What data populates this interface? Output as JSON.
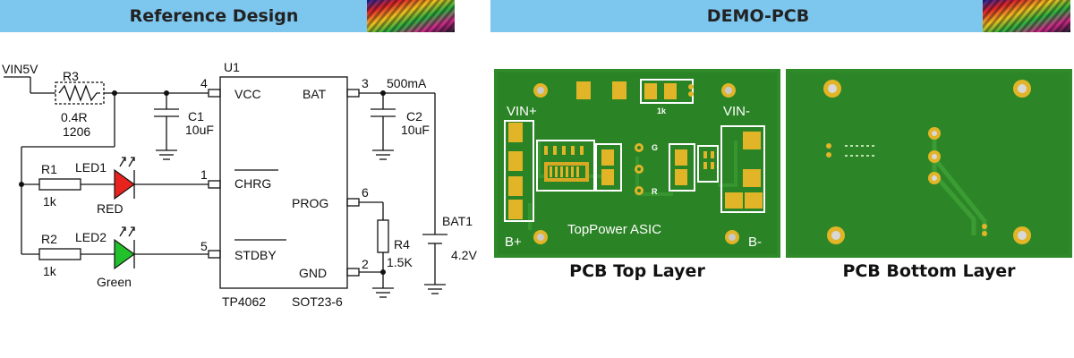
{
  "headers": {
    "left_title": "Reference Design",
    "right_title": "DEMO-PCB"
  },
  "schematic": {
    "vin_label": "VIN5V",
    "r3": {
      "ref": "R3",
      "value": "0.4R",
      "package": "1206"
    },
    "c1": {
      "ref": "C1",
      "value": "10uF"
    },
    "c2": {
      "ref": "C2",
      "value": "10uF"
    },
    "u1": {
      "ref": "U1",
      "part": "TP4062",
      "package": "SOT23-6",
      "pins": {
        "vcc": {
          "num": "4",
          "name": "VCC"
        },
        "bat": {
          "num": "3",
          "name": "BAT"
        },
        "chrg": {
          "num": "1",
          "name": "CHRG"
        },
        "prog": {
          "num": "6",
          "name": "PROG"
        },
        "stdby": {
          "num": "5",
          "name": "STDBY"
        },
        "gnd": {
          "num": "2",
          "name": "GND"
        }
      }
    },
    "bat_current": "500mA",
    "r1": {
      "ref": "R1",
      "value": "1k"
    },
    "r2": {
      "ref": "R2",
      "value": "1k"
    },
    "led1": {
      "ref": "LED1",
      "color_label": "RED",
      "fill": "#e8231e"
    },
    "led2": {
      "ref": "LED2",
      "color_label": "Green",
      "fill": "#22c02a"
    },
    "r4": {
      "ref": "R4",
      "value": "1.5K"
    },
    "bat1": {
      "ref": "BAT1",
      "value": "4.2V"
    }
  },
  "pcb": {
    "top_caption": "PCB Top Layer",
    "bottom_caption": "PCB Bottom Layer",
    "silk": {
      "vin_plus": "VIN+",
      "vin_minus": "VIN-",
      "b_plus": "B+",
      "b_minus": "B-",
      "brand": "TopPower  ASIC",
      "r_label": "1k",
      "g_mark": "G",
      "r_mark": "R"
    },
    "colors": {
      "board": "#2f8a2a",
      "pad": "#e2b428",
      "silk": "#ffffff"
    }
  }
}
